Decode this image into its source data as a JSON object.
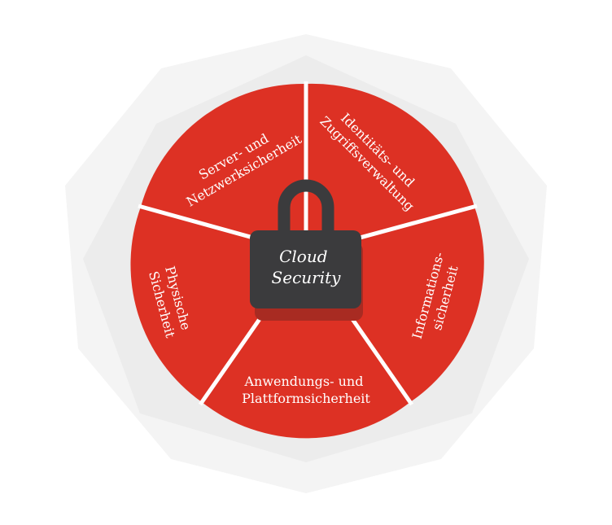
{
  "center": {
    "line1": "Cloud",
    "line2": "Security"
  },
  "segments": [
    {
      "line1": "Server- und",
      "line2": "Netzwerksicherheit"
    },
    {
      "line1": "Identitäts- und",
      "line2": "Zugriffsverwaltung"
    },
    {
      "line1": "Informations-",
      "line2": "sicherheit"
    },
    {
      "line1": "Anwendungs- und",
      "line2": "Plattformsicherheit"
    },
    {
      "line1": "Physische",
      "line2": "Sicherheit"
    }
  ],
  "colors": {
    "segment": "#dd3124",
    "divider": "#ffffff",
    "lock_body": "#3b3b3d",
    "lock_shadow": "#a82b22",
    "outer_heptagon": "#f4f4f4",
    "inner_heptagon": "#ececec"
  }
}
